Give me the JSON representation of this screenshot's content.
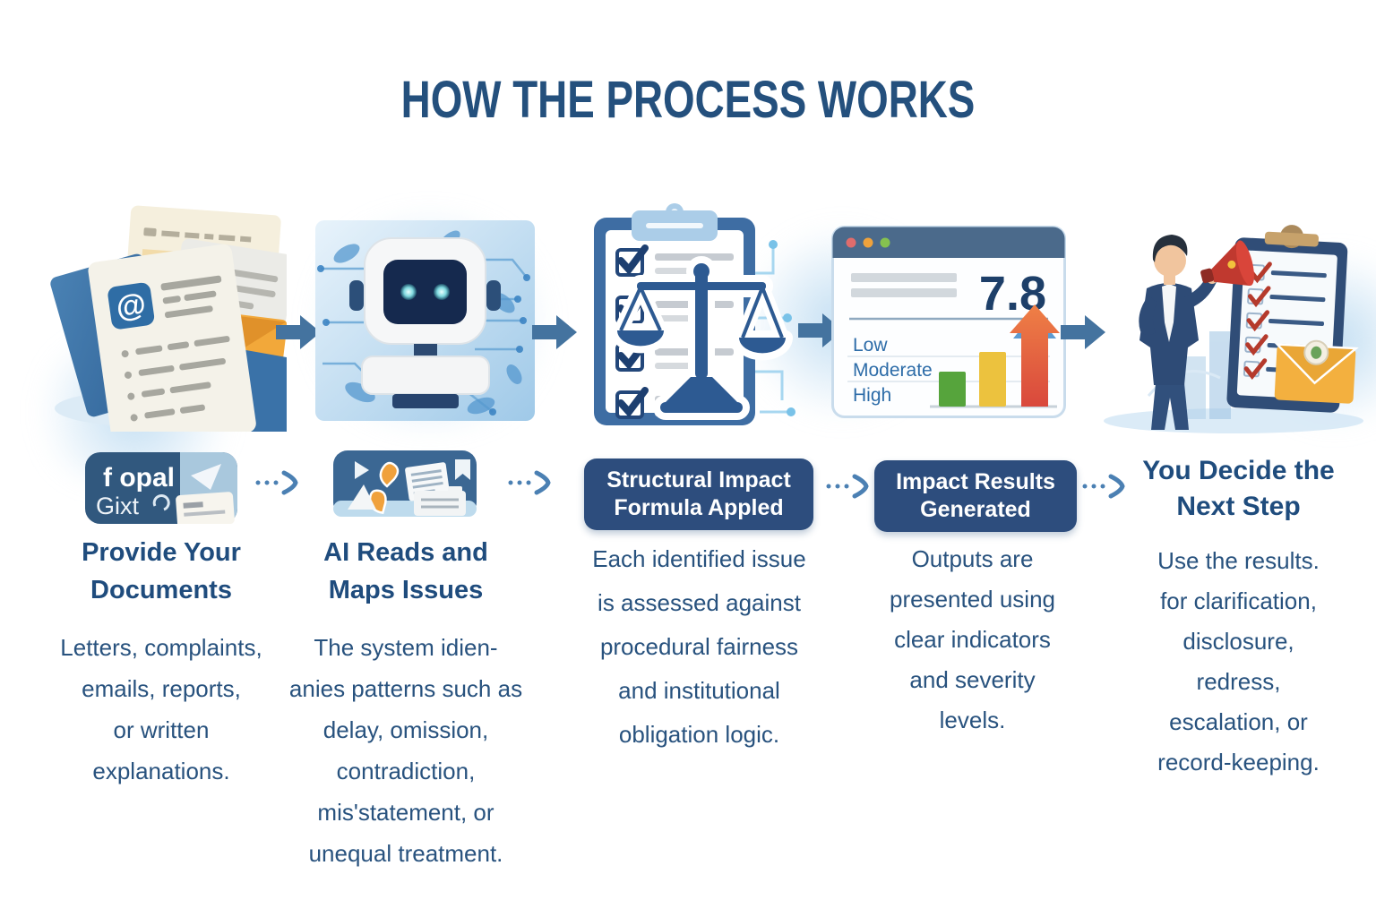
{
  "title": "HOW THE PROCESS WORKS",
  "colors": {
    "title": "#24507D",
    "heading": "#1F4C7D",
    "body_text": "#28527E",
    "badge_bg": "#2D4D7D",
    "badge_text": "#FFFFFF",
    "solid_arrow": "#44739F",
    "dashed_arrow": "#4B80B3",
    "severity_green": "#56A43C",
    "severity_yellow": "#ECC23E",
    "severity_red": "#D9483C"
  },
  "steps": [
    {
      "heading": "Provide Your\nDocuments",
      "body": "Letters, complaints,\nemails, reports,\nor written\nexplanations.",
      "icon_text_line1": "f opal",
      "icon_text_line2": "Gixt"
    },
    {
      "heading": "AI Reads and\nMaps Issues",
      "body": "The system idien-\nanies patterns such as\ndelay, omission,\ncontradiction,\nmis'statement, or\nunequal treatment."
    },
    {
      "badge": "Structural Impact\nFormula Appled",
      "body": "Each identified issue\nis assessed against\nprocedural fairness\nand institutional\nobligation logic."
    },
    {
      "badge": "Impact Results\nGenerated",
      "body": "Outputs are\npresented using\nclear indicators\nand severity\nlevels."
    },
    {
      "heading": "You Decide the\nNext Step",
      "body": "Use the results.\nfor clarification,\ndisclosure,\nredress,\nescalation, or\nrecord-keeping."
    }
  ],
  "illustrations": {
    "score_window": {
      "score": "7.8",
      "levels": [
        "Low",
        "Moderate",
        "High"
      ]
    }
  }
}
